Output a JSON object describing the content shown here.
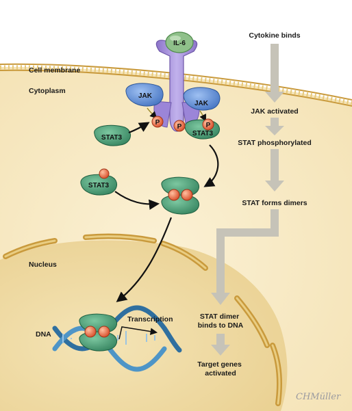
{
  "labels": {
    "cell_membrane": "Cell membrane",
    "cytoplasm": "Cytoplasm",
    "nucleus": "Nucleus",
    "dna": "DNA",
    "transcription": "Transcription",
    "il6": "IL-6",
    "jak_left": "JAK",
    "jak_right": "JAK",
    "stat3_a": "STAT3",
    "stat3_b": "STAT3",
    "stat3_c": "STAT3",
    "p1": "P",
    "p2": "P",
    "p3": "P"
  },
  "pathway_steps": [
    "Cytokine binds",
    "JAK activated",
    "STAT phosphorylated",
    "STAT forms dimers",
    "STAT dimer binds to DNA",
    "Target genes activated"
  ],
  "signature": "CHMüller",
  "colors": {
    "cytoplasm": "#f8ebc8",
    "nucleus": "#f1dba2",
    "membrane": "#c99a3c",
    "receptor": "#a58fd6",
    "jak": "#4f7fcf",
    "stat3": "#3f9a73",
    "phosphate": "#e2663f",
    "il6": "#8fc08a",
    "dna": "#2f6f9f",
    "flow_arrow": "#c6c3b8"
  }
}
